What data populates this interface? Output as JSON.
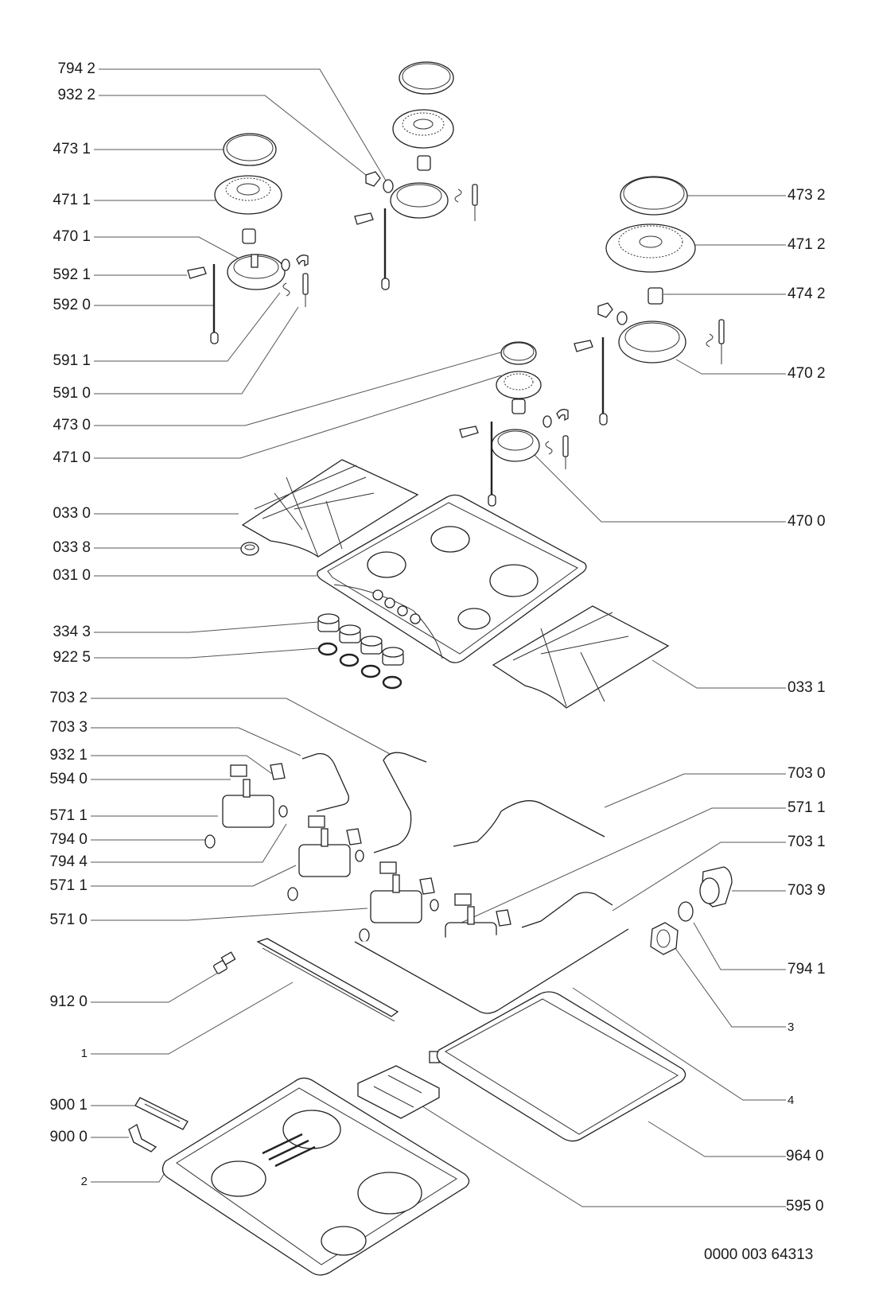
{
  "diagram": {
    "title": "Gas hob exploded parts diagram",
    "document_number": "0000 003 64313",
    "left_labels": [
      {
        "id": "794-2",
        "text": "794 2"
      },
      {
        "id": "932-2",
        "text": "932 2"
      },
      {
        "id": "473-1",
        "text": "473 1"
      },
      {
        "id": "471-1",
        "text": "471 1"
      },
      {
        "id": "470-1",
        "text": "470 1"
      },
      {
        "id": "592-1",
        "text": "592 1"
      },
      {
        "id": "592-0",
        "text": "592 0"
      },
      {
        "id": "591-1",
        "text": "591 1"
      },
      {
        "id": "591-0",
        "text": "591 0"
      },
      {
        "id": "473-0",
        "text": "473 0"
      },
      {
        "id": "471-0",
        "text": "471 0"
      },
      {
        "id": "033-0",
        "text": "033 0"
      },
      {
        "id": "033-8",
        "text": "033 8"
      },
      {
        "id": "031-0",
        "text": "031 0"
      },
      {
        "id": "334-3",
        "text": "334 3"
      },
      {
        "id": "922-5",
        "text": "922 5"
      },
      {
        "id": "703-2",
        "text": "703 2"
      },
      {
        "id": "703-3",
        "text": "703 3"
      },
      {
        "id": "932-1",
        "text": "932 1"
      },
      {
        "id": "594-0",
        "text": "594 0"
      },
      {
        "id": "571-1a",
        "text": "571 1"
      },
      {
        "id": "794-0",
        "text": "794 0"
      },
      {
        "id": "794-4",
        "text": "794 4"
      },
      {
        "id": "571-1b",
        "text": "571 1"
      },
      {
        "id": "571-0",
        "text": "571 0"
      },
      {
        "id": "912-0",
        "text": "912 0"
      },
      {
        "id": "1",
        "text": "1"
      },
      {
        "id": "900-1",
        "text": "900 1"
      },
      {
        "id": "900-0",
        "text": "900 0"
      },
      {
        "id": "2",
        "text": "2"
      }
    ],
    "right_labels": [
      {
        "id": "473-2",
        "text": "473 2"
      },
      {
        "id": "471-2",
        "text": "471 2"
      },
      {
        "id": "474-2",
        "text": "474 2"
      },
      {
        "id": "470-2",
        "text": "470 2"
      },
      {
        "id": "470-0",
        "text": "470 0"
      },
      {
        "id": "033-1",
        "text": "033 1"
      },
      {
        "id": "703-0",
        "text": "703 0"
      },
      {
        "id": "571-1c",
        "text": "571 1"
      },
      {
        "id": "703-1",
        "text": "703 1"
      },
      {
        "id": "703-9",
        "text": "703 9"
      },
      {
        "id": "794-1",
        "text": "794 1"
      },
      {
        "id": "3",
        "text": "3"
      },
      {
        "id": "4",
        "text": "4"
      },
      {
        "id": "964-0",
        "text": "964 0"
      },
      {
        "id": "595-0",
        "text": "595 0"
      }
    ]
  }
}
